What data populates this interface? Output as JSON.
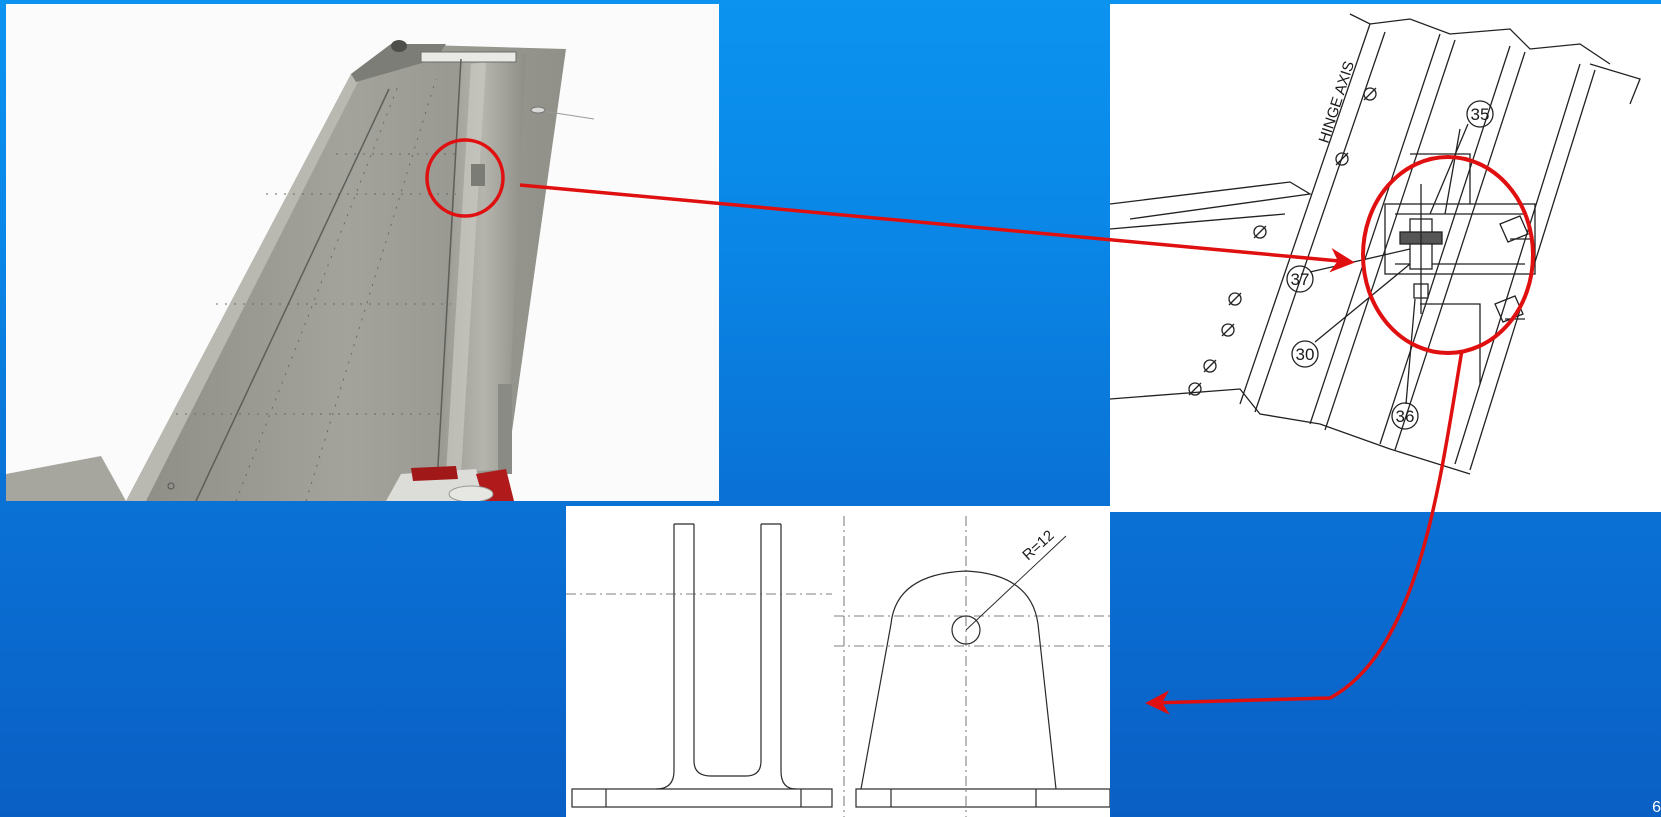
{
  "drawing": {
    "hinge_label": "HINGE AXIS",
    "callouts": [
      "35",
      "37",
      "30",
      "36"
    ]
  },
  "bracket": {
    "radius_label": "R=12"
  },
  "colors": {
    "arrow": "#e01010",
    "background": "#0a86e6"
  },
  "page_number": "6"
}
